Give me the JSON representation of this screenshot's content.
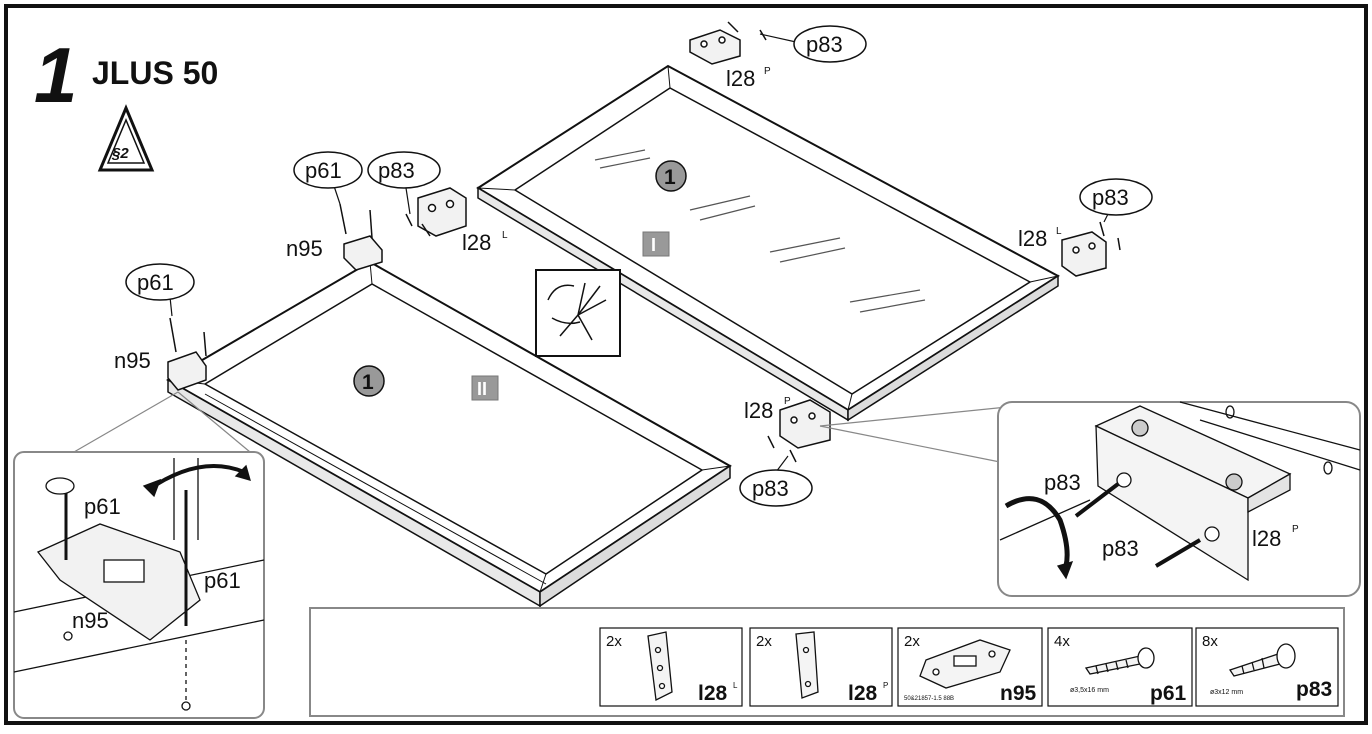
{
  "step": {
    "number": "1",
    "model": "JLUS 50",
    "warning_symbol": "§2"
  },
  "panels": [
    {
      "id": "I",
      "number_badge": "1",
      "roman_label": "I"
    },
    {
      "id": "II",
      "number_badge": "1",
      "roman_label": "II"
    }
  ],
  "callouts": {
    "p83_top": "p83",
    "l28p_top": "l28",
    "l28p_top_sup": "P",
    "p61_mid": "p61",
    "p83_mid": "p83",
    "n95_mid": "n95",
    "l28l_mid": "l28",
    "l28l_mid_sup": "L",
    "p83_right": "p83",
    "l28l_right": "l28",
    "l28l_right_sup": "L",
    "p61_left": "p61",
    "n95_left": "n95",
    "l28p_low": "l28",
    "l28p_low_sup": "P",
    "p83_low": "p83"
  },
  "detail_left": {
    "p61_a": "p61",
    "p61_b": "p61",
    "n95": "n95"
  },
  "detail_right": {
    "p83_a": "p83",
    "p83_b": "p83",
    "l28": "l28",
    "l28_sup": "P"
  },
  "parts_list": [
    {
      "qty": "2x",
      "code": "l28",
      "sup": "L",
      "note": "",
      "icon": "hinge-bracket-left-icon"
    },
    {
      "qty": "2x",
      "code": "l28",
      "sup": "P",
      "note": "",
      "icon": "hinge-bracket-right-icon"
    },
    {
      "qty": "2x",
      "code": "n95",
      "sup": "",
      "note": "50&21857-1.5 88B",
      "icon": "flat-connector-plate-icon"
    },
    {
      "qty": "4x",
      "code": "p61",
      "sup": "",
      "note": "ø3,5x16 mm",
      "icon": "screw-16mm-icon"
    },
    {
      "qty": "8x",
      "code": "p83",
      "sup": "",
      "note": "ø3x12 mm",
      "icon": "screw-12mm-icon"
    }
  ]
}
